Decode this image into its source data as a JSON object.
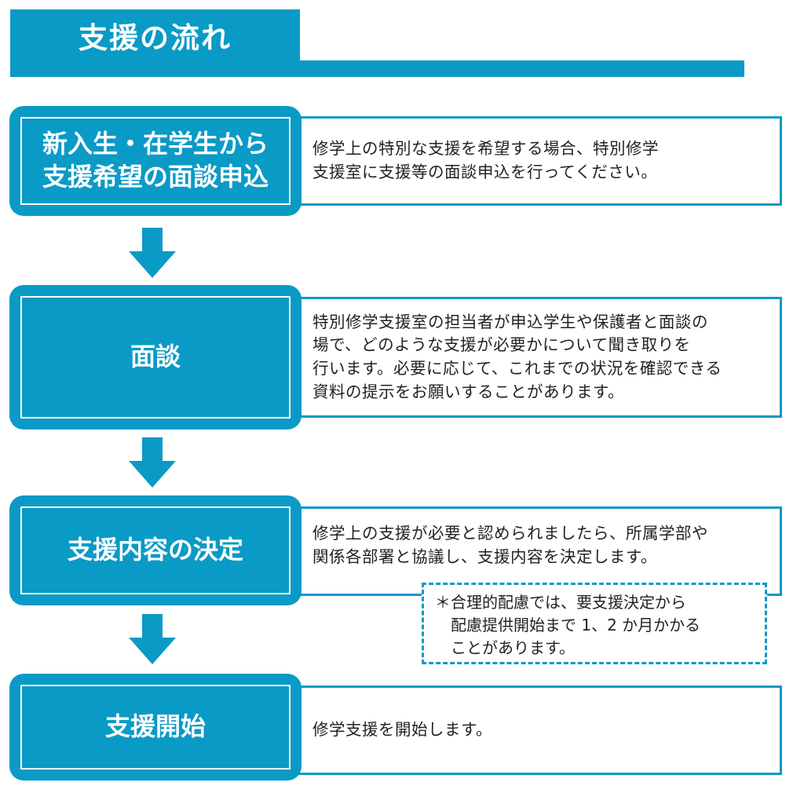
{
  "title": "支援の流れ",
  "steps": [
    {
      "label": "新入生・在学生から\n支援希望の面談申込",
      "description": "修学上の特別な支援を希望する場合、特別修学\n支援室に支援等の面談申込を行ってください。"
    },
    {
      "label": "面談",
      "description": "特別修学支援室の担当者が申込学生や保護者と面談の\n場で、どのような支援が必要かについて聞き取りを\n行います。必要に応じて、これまでの状況を確認できる\n資料の提示をお願いすることがあります。"
    },
    {
      "label": "支援内容の決定",
      "description": "修学上の支援が必要と認められましたら、所属学部や\n関係各部署と協議し、支援内容を決定します。"
    },
    {
      "label": "支援開始",
      "description": "修学支援を開始します。"
    }
  ],
  "note": "＊合理的配慮では、要支援決定から\n　配慮提供開始まで 1、2 か月かかる\n　ことがあります。",
  "colors": {
    "accent": "#0a9ac6",
    "text": "#222222",
    "background": "#ffffff"
  }
}
